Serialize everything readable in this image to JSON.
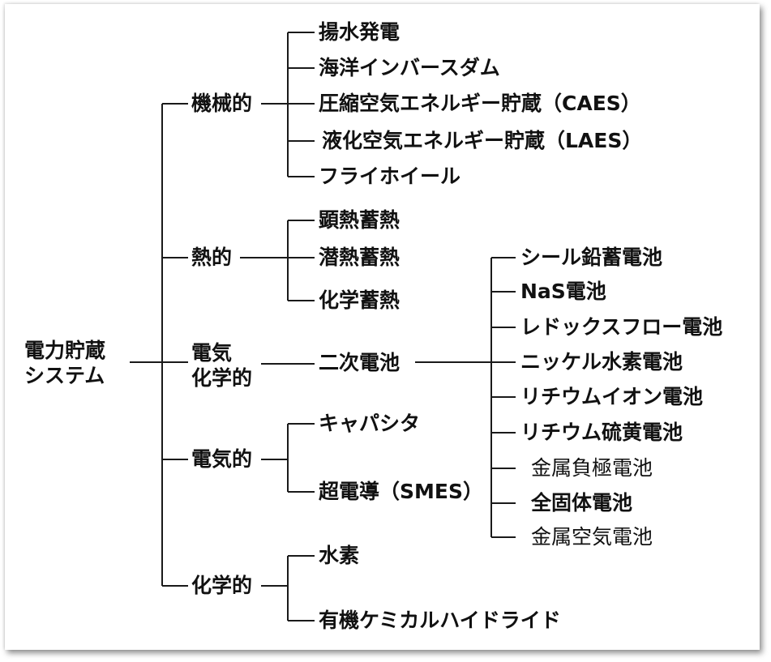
{
  "root": {
    "line1": "電力貯蔵",
    "line2": "システム"
  },
  "categories": {
    "mechanical": {
      "label": "機械的",
      "items": [
        "揚水発電",
        "海洋インバースダム",
        "圧縮空気エネルギー貯蔵（CAES）",
        "液化空気エネルギー貯蔵（LAES）",
        "フライホイール"
      ]
    },
    "thermal": {
      "label": "熱的",
      "items": [
        "顕熱蓄熱",
        "潜熱蓄熱",
        "化学蓄熱"
      ]
    },
    "electrochemical": {
      "line1": "電気",
      "line2": "化学的",
      "item": "二次電池",
      "batteries": [
        "シール鉛蓄電池",
        "NaS電池",
        "レドックスフロー電池",
        "ニッケル水素電池",
        "リチウムイオン電池",
        "リチウム硫黄電池",
        "金属負極電池",
        "全固体電池",
        "金属空気電池"
      ]
    },
    "electrical": {
      "label": "電気的",
      "items": [
        "キャパシタ",
        "超電導（SMES）"
      ]
    },
    "chemical": {
      "label": "化学的",
      "items": [
        "水素",
        "有機ケミカルハイドライド"
      ]
    }
  }
}
